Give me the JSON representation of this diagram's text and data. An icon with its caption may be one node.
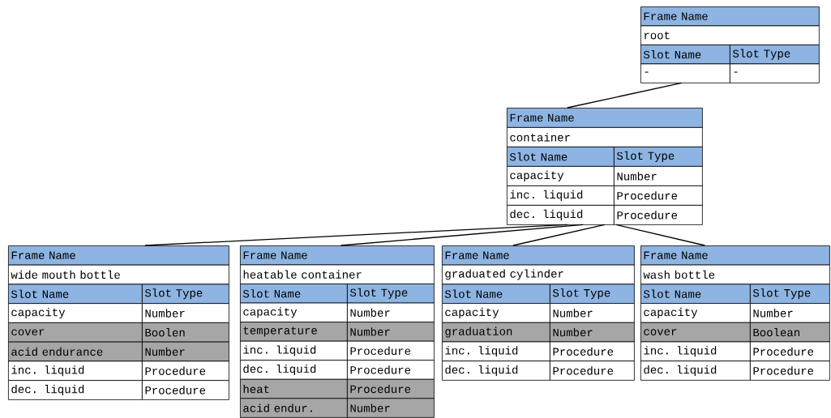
{
  "diagram": {
    "nodes": [
      {
        "text": [
          "Frame Name",
          "root",
          "Slot Name",
          "Slot Type",
          "-",
          "-"
        ]
      },
      {
        "text": [
          "Frame Name",
          "container",
          "Slot Name",
          "Slot Type",
          "capacity",
          "Number",
          "inc. liquid",
          "Procedure",
          "dec. liquid",
          "Procedure"
        ]
      },
      {
        "text": [
          "Frame Name",
          "wide mouth bottle",
          "Slot Name",
          "Slot Type",
          "capacity",
          "Number",
          "cover",
          "Boolen",
          "acid endurance",
          "Number",
          "inc. liquid",
          "Procedure",
          "dec. liquid",
          "Procedure"
        ]
      },
      {
        "text": [
          "Frame Name",
          "heatable container",
          "Slot Name",
          "Slot Type",
          "capacity",
          "Number",
          "temperature",
          "Number",
          "inc. liquid",
          "Procedure",
          "dec. liquid",
          "Procedure",
          "heat",
          "Procedure",
          "acid endur.",
          "Number"
        ]
      },
      {
        "text": [
          "Frame Name",
          "graduated cylinder",
          "Slot Name",
          "Slot Type",
          "capacity",
          "Number",
          "graduation",
          "Number",
          "inc. liquid",
          "Procedure",
          "dec. liquid",
          "Procedure"
        ]
      },
      {
        "text": [
          "Frame Name",
          "wash bottle",
          "Slot Name",
          "Slot Type",
          "capacity",
          "Number",
          "cover",
          "Boolean",
          "inc. liquid",
          "Procedure",
          "dec. liquid",
          "Procedure"
        ]
      }
    ],
    "edges": [
      {
        "from": 0,
        "to": 1,
        "arrow": "none"
      },
      {
        "from": 1,
        "to": 2,
        "arrow": "none"
      },
      {
        "from": 1,
        "to": 3,
        "arrow": "none"
      },
      {
        "from": 1,
        "to": 4,
        "arrow": "none"
      },
      {
        "from": 1,
        "to": 5,
        "arrow": "none"
      }
    ]
  }
}
